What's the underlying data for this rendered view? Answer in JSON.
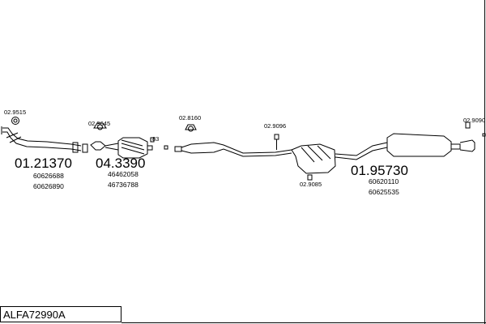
{
  "code": "ALFA72990A",
  "labels": {
    "g1_main": "01.21370",
    "g1_oem1": "60626688",
    "g1_oem2": "60626890",
    "g1_clip": "02.9515",
    "g2_main": "04.3390",
    "g2_oem1": "46462058",
    "g2_oem2": "46736788",
    "g2_clip": "02.9645",
    "g2_gasket": "83",
    "g3_clip": "02.8160",
    "g4_hanger": "02.9096",
    "g5_main": "01.95730",
    "g5_oem1": "60620110",
    "g5_oem2": "60625535",
    "g5_hanger": "02.9085",
    "g6_hanger": "02.9090"
  }
}
